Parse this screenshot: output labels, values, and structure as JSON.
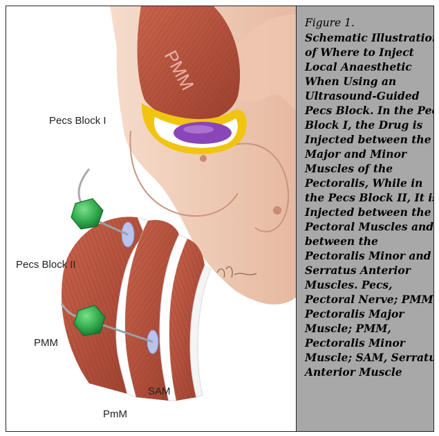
{
  "figure": {
    "labels": {
      "pecs_block_1": "Pecs Block I",
      "pecs_block_2": "Pecs Block II",
      "pmm_top": "PMM",
      "pmm_left": "PMM",
      "pmm_lower": "PmM",
      "sam": "SAM"
    },
    "colors": {
      "muscle": "#b5523e",
      "muscle_dark": "#8e3a2a",
      "skin": "#f2d3c0",
      "skin_shadow": "#dfb39a",
      "fascia": "#ffffff",
      "fat_yellow": "#f1c40f",
      "injection_purple": "#8a46b8",
      "injectate_blue": "#b9c3ec",
      "needle_hub": "#2fa84a",
      "caption_bg": "#a8a8a8"
    },
    "icons": [
      "syringe-hub-icon"
    ]
  },
  "caption": {
    "title": "Figure 1.",
    "lines": [
      "Schematic Illustration",
      "of Where to Inject",
      "Local Anaesthetic",
      "When Using an",
      "Ultrasound-Guided",
      "Pecs Block. In the Pecs",
      "Block I, the Drug is",
      "Injected between the",
      "Major and Minor",
      "Muscles of the",
      "Pectoralis, While in",
      "the Pecs Block II, It is",
      "Injected between the",
      "Pectoral Muscles and",
      "between the",
      "Pectoralis Minor and",
      "Serratus Anterior",
      "Muscles. Pecs,",
      "Pectoral Nerve; PMM,",
      "Pectoralis Major",
      "Muscle; PMM,",
      "Pectoralis Minor",
      "Muscle; SAM, Serratus",
      "Anterior Muscle"
    ]
  }
}
